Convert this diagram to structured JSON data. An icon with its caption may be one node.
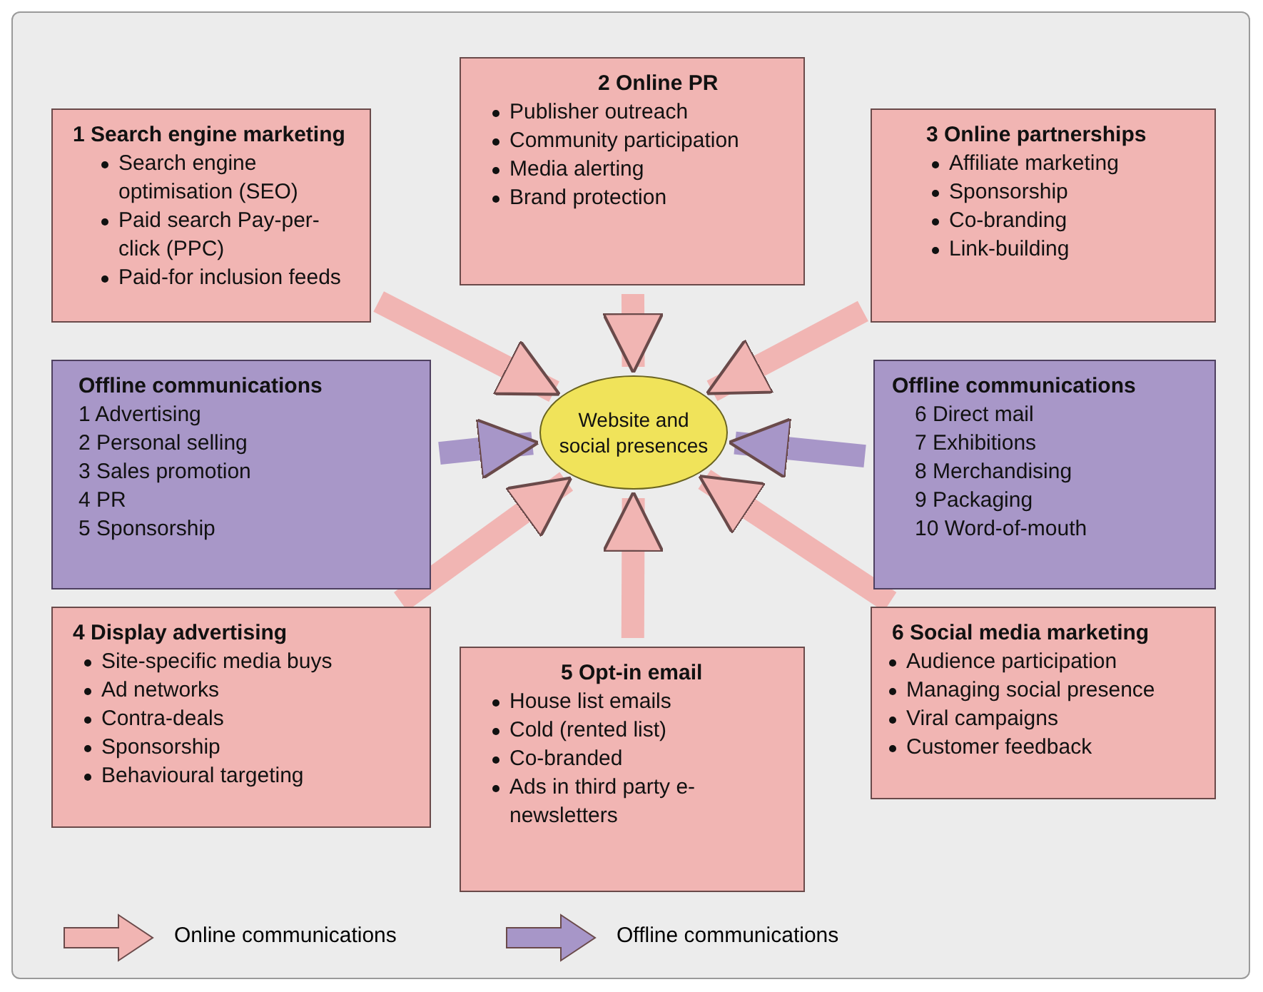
{
  "diagram": {
    "nodes": [
      {
        "text": [
          "1 Search engine marketing",
          "Search engine optimisation (SEO)",
          "Paid search Pay-per-click (PPC)",
          "Paid-for inclusion feeds"
        ]
      },
      {
        "text": [
          "2 Online PR",
          "Publisher outreach",
          "Community participation",
          "Media alerting",
          "Brand protection"
        ]
      },
      {
        "text": [
          "3 Online partnerships",
          "Affiliate marketing",
          "Sponsorship",
          "Co-branding",
          "Link-building"
        ]
      },
      {
        "text": [
          "Offline communications",
          "1 Advertising",
          "2 Personal selling",
          "3 Sales promotion",
          "4 PR",
          "5 Sponsorship"
        ]
      },
      {
        "text": [
          "Website and social presences"
        ]
      },
      {
        "text": [
          "Offline communications",
          "6 Direct mail",
          "7 Exhibitions",
          "8 Merchandising",
          "9 Packaging",
          "10 Word-of-mouth"
        ]
      },
      {
        "text": [
          "4 Display advertising",
          "Site-specific media buys",
          "Ad networks",
          "Contra-deals",
          "Sponsorship",
          "Behavioural targeting"
        ]
      },
      {
        "text": [
          "5 Opt-in email",
          "House list emails",
          "Cold (rented list)",
          "Co-branded",
          "Ads in third party e-newsletters"
        ]
      },
      {
        "text": [
          "6 Social media marketing",
          "Audience participation",
          "Managing social presence",
          "Viral campaigns",
          "Customer feedback"
        ]
      }
    ],
    "edges": [
      {
        "from": 0,
        "to": 4,
        "arrow": "to"
      },
      {
        "from": 1,
        "to": 4,
        "arrow": "to"
      },
      {
        "from": 2,
        "to": 4,
        "arrow": "to"
      },
      {
        "from": 3,
        "to": 4,
        "arrow": "to",
        "color": "#a796c8"
      },
      {
        "from": 5,
        "to": 4,
        "arrow": "to",
        "color": "#a796c8"
      },
      {
        "from": 6,
        "to": 4,
        "arrow": "to"
      },
      {
        "from": 7,
        "to": 4,
        "arrow": "to"
      },
      {
        "from": 8,
        "to": 4,
        "arrow": "to"
      }
    ],
    "legend": [
      {
        "text": "Online communications"
      },
      {
        "text": "Offline communications"
      }
    ]
  }
}
